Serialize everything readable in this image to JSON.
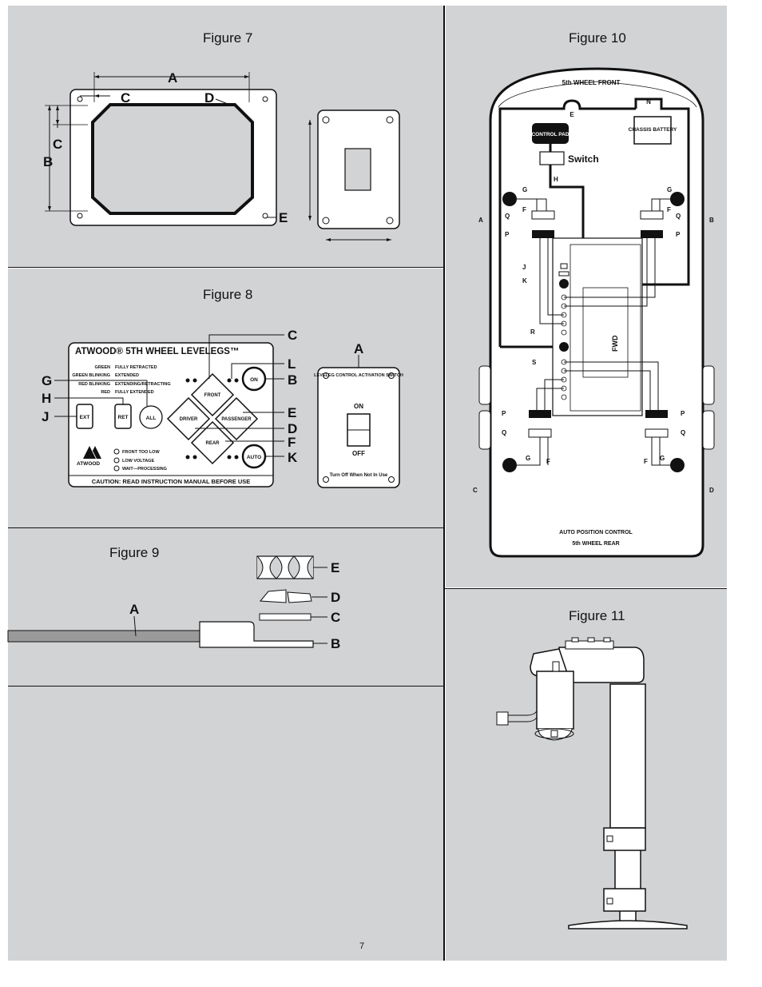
{
  "page_number": "7",
  "figure7": {
    "title": "Figure 7",
    "labels": {
      "A": "A",
      "B": "B",
      "C_top": "C",
      "C_side": "C",
      "D": "D",
      "E": "E"
    }
  },
  "figure8": {
    "title": "Figure 8",
    "panel_title": "ATWOOD® 5TH WHEEL LEVELEGS™",
    "legend": [
      {
        "color": "GREEN",
        "meaning": "FULLY RETRACTED"
      },
      {
        "color": "GREEN BLINKING",
        "meaning": "EXTENDED"
      },
      {
        "color": "RED BLINKING",
        "meaning": "EXTENDING/RETRACTING"
      },
      {
        "color": "RED",
        "meaning": "FULLY EXTENDED"
      }
    ],
    "buttons": {
      "front": "FRONT",
      "driver": "DRIVER",
      "passenger": "PASSENGER",
      "rear": "REAR",
      "on": "ON",
      "auto": "AUTO",
      "all": "ALL",
      "ext": "EXT",
      "ret": "RET"
    },
    "status": [
      "FRONT TOO LOW",
      "LOW VOLTAGE",
      "WAIT—PROCESSING"
    ],
    "brand": "ATWOOD",
    "caution": "CAUTION: READ INSTRUCTION MANUAL BEFORE USE",
    "switch": {
      "title": "LEVELEG CONTROL ACTIVATION SWITCH",
      "on": "ON",
      "off": "OFF",
      "note": "Turn Off When Not In Use"
    },
    "labels": {
      "A": "A",
      "B": "B",
      "C": "C",
      "D": "D",
      "E": "E",
      "F": "F",
      "G": "G",
      "H": "H",
      "J": "J",
      "K": "K",
      "L": "L"
    }
  },
  "figure9": {
    "title": "Figure 9",
    "labels": {
      "A": "A",
      "B": "B",
      "C": "C",
      "D": "D",
      "E": "E"
    }
  },
  "figure10": {
    "title": "Figure 10",
    "front": "5th WHEEL FRONT",
    "rear_line1": "AUTO POSITION CONTROL",
    "rear_line2": "5th WHEEL REAR",
    "control_pad": "CONTROL PAD",
    "battery": "CHASSIS BATTERY",
    "switch": "Switch",
    "fwd": "FWD",
    "labels": {
      "A": "A",
      "B": "B",
      "C": "C",
      "D": "D",
      "E": "E",
      "N": "N",
      "H": "H",
      "J": "J",
      "K": "K",
      "R": "R",
      "S": "S",
      "G": "G",
      "F": "F",
      "Q": "Q",
      "P": "P"
    }
  },
  "figure11": {
    "title": "Figure 11"
  }
}
